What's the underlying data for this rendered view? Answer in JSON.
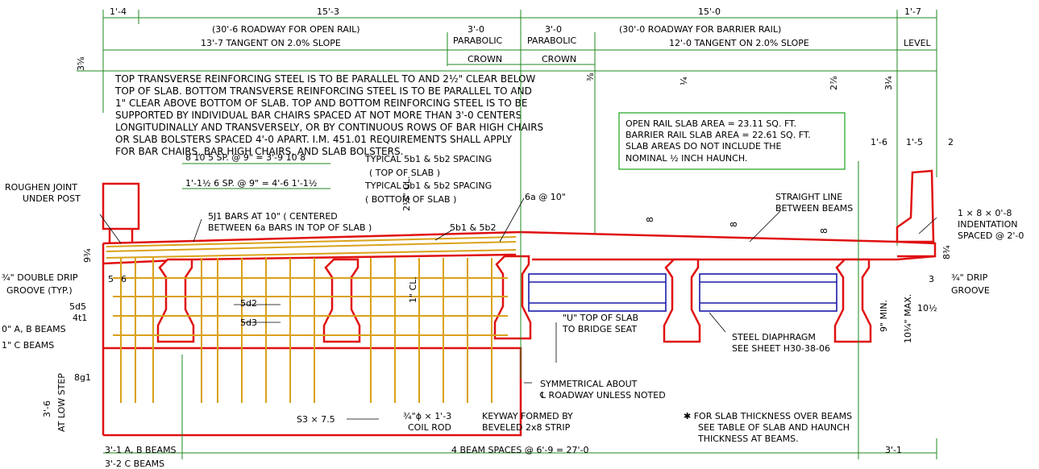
{
  "dims_top": {
    "d1": "1'-4",
    "d2": "15'-3",
    "d3": "15'-0",
    "d4": "1'-7",
    "left_roadway": "(30'-6 ROADWAY FOR OPEN RAIL)",
    "left_tangent": "13'-7 TANGENT ON 2.0% SLOPE",
    "parabolic_a_top": "3'-0",
    "parabolic_a": "PARABOLIC",
    "parabolic_b_top": "3'-0",
    "parabolic_b": "PARABOLIC",
    "crown_a": "CROWN",
    "crown_b": "CROWN",
    "right_roadway": "(30'-0 ROADWAY FOR BARRIER RAIL)",
    "right_tangent": "12'-0 TANGENT ON 2.0% SLOPE",
    "level": "LEVEL"
  },
  "notes": {
    "reinforcing": [
      "TOP TRANSVERSE REINFORCING STEEL IS TO BE PARALLEL TO AND 2½\" CLEAR BELOW",
      "TOP OF SLAB. BOTTOM TRANSVERSE REINFORCING STEEL IS TO BE PARALLEL TO AND",
      "1\" CLEAR ABOVE BOTTOM OF SLAB. TOP AND BOTTOM REINFORCING STEEL IS TO BE",
      "SUPPORTED BY INDIVIDUAL BAR CHAIRS SPACED AT NOT MORE THAN 3'-0 CENTERS",
      "LONGITUDINALLY AND TRANSVERSELY, OR BY CONTINUOUS ROWS OF BAR HIGH CHAIRS",
      "OR SLAB BOLSTERS SPACED 4'-0 APART. I.M. 451.01 REQUIREMENTS SHALL APPLY",
      "FOR BAR CHAIRS, BAR HIGH CHAIRS, AND SLAB BOLSTERS."
    ],
    "areas": [
      "OPEN RAIL SLAB AREA = 23.11 SQ. FT.",
      "BARRIER RAIL SLAB AREA = 22.61 SQ. FT.",
      "SLAB AREAS DO NOT INCLUDE THE",
      "NOMINAL ½ INCH HAUNCH."
    ],
    "thickness": [
      "✱ FOR SLAB THICKNESS OVER BEAMS",
      "SEE TABLE OF SLAB AND HAUNCH",
      "THICKNESS AT BEAMS."
    ]
  },
  "spacing": {
    "top_row": "8  10  5 SP. @ 9\" = 3'-9  10  8",
    "top_label": "TYPICAL 5b1 & 5b2 SPACING",
    "top_sub": "( TOP OF SLAB )",
    "bot_row": "1'-1½   6 SP. @ 9\" = 4'-6   1'-1½",
    "bot_label": "TYPICAL 5b1 & 5b2 SPACING",
    "bot_sub": "( BOTTOM OF SLAB )"
  },
  "labels": {
    "roughen": "ROUGHEN JOINT",
    "under_post": "UNDER POST",
    "j_bars_1": "5J1 BARS AT 10\" ( CENTERED",
    "j_bars_2": "BETWEEN 6a BARS IN TOP OF SLAB )",
    "six_a": "6a @ 10\"",
    "b1b2": "5b1 & 5b2",
    "cl_top": "2½\" CL.",
    "cl_bot": "1\" CL.",
    "straight_1": "STRAIGHT LINE",
    "straight_2": "BETWEEN BEAMS",
    "indent_1": "1 × 8 × 0'-8",
    "indent_2": "INDENTATION",
    "indent_3": "SPACED @ 2'-0",
    "drip_l1": "¾\" DOUBLE DRIP",
    "drip_l2": "GROOVE (TYP.)",
    "drip_r1": "¾\" DRIP",
    "drip_r2": "GROOVE",
    "d5": "5d5",
    "t1": "4t1",
    "ab_beams": "0\" A, B BEAMS",
    "c_beams": "1\" C BEAMS",
    "d2": "5d2",
    "d3": "5d3",
    "g1": "8g1",
    "step_a": "3'-6",
    "step_b": "AT LOW STEP",
    "u_top_1": "\"U\" TOP OF SLAB",
    "u_top_2": "TO BRIDGE SEAT",
    "diaph_1": "STEEL DIAPHRAGM",
    "diaph_2": "SEE SHEET H30-38-06",
    "sym_1": "SYMMETRICAL ABOUT",
    "sym_2": "℄ ROADWAY UNLESS NOTED",
    "s3": "S3 × 7.5",
    "coil_1": "¾\"ϕ × 1'-3",
    "coil_2": "COIL ROD",
    "keyway_1": "KEYWAY FORMED BY",
    "keyway_2": "BEVELED 2x8 STRIP",
    "min": "9\" MIN.",
    "max": "10¼\" MAX.",
    "d_10h": "10½",
    "d_3": "3",
    "d_16": "1'-6",
    "d_15": "1'-5",
    "d_2": "2",
    "d_93": "9¾",
    "d_83": "8¾",
    "d_5": "5",
    "d_6": "6",
    "d_38": "3⅝",
    "d_3_8": "⅜",
    "d_1_4": "¼",
    "d_2_8": "2⅞",
    "d_3_4": "3¼",
    "d_8a": "8",
    "d_8b": "8",
    "d_8c": "8"
  },
  "dims_bottom": {
    "left_ab": "3'-1 A, B BEAMS",
    "left_c": "3'-2 C BEAMS",
    "middle": "4 BEAM SPACES @ 6'-9 = 27'-0",
    "right": "3'-1"
  }
}
